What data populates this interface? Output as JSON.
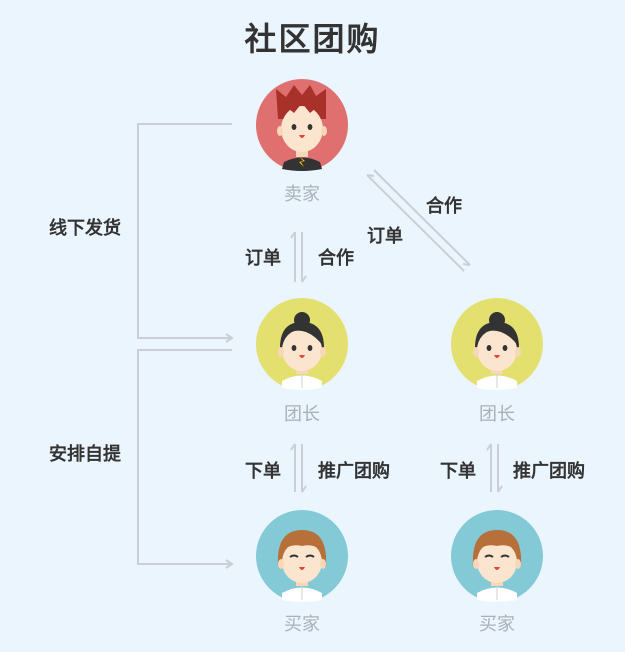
{
  "title": "社区团购",
  "nodes": {
    "seller": "卖家",
    "leader_left": "团长",
    "leader_right": "团长",
    "buyer_left": "买家",
    "buyer_right": "买家"
  },
  "edges": {
    "seller_leader_left_up": "订单",
    "seller_leader_left_down": "合作",
    "seller_leader_right_up": "订单",
    "seller_leader_right_down": "合作",
    "leader_buyer_left_up": "下单",
    "leader_buyer_left_down": "推广团购",
    "leader_buyer_right_up": "下单",
    "leader_buyer_right_down": "推广团购"
  },
  "side": {
    "shipping": "线下发货",
    "pickup": "安排自提"
  },
  "colors": {
    "seller_bg": "#e07070",
    "leader_bg": "#e3e070",
    "buyer_bg": "#84c9d6"
  }
}
